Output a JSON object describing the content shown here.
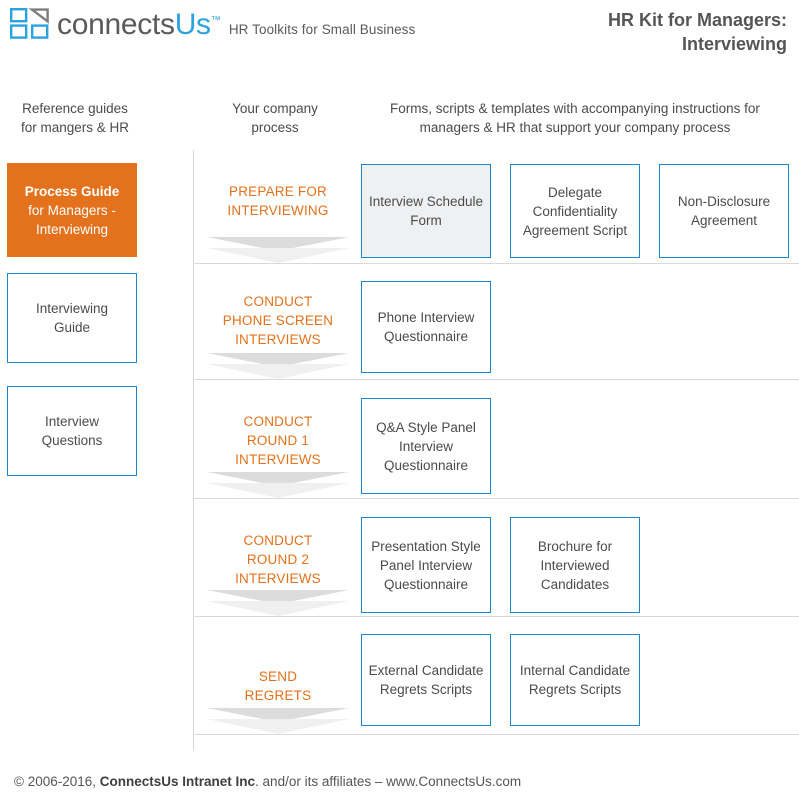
{
  "brand": {
    "logo_icon": "connectsus-squares-logo",
    "name_part1": "connects",
    "name_part2": "Us",
    "trademark": "™",
    "tagline": "HR Toolkits for Small Business"
  },
  "header": {
    "title_line1": "HR Kit for Managers:",
    "title_line2": "Interviewing"
  },
  "columns": {
    "reference": {
      "line1": "Reference guides",
      "line2": "for mangers & HR"
    },
    "process": {
      "line1": "Your company",
      "line2": "process"
    },
    "forms": {
      "line1": "Forms, scripts & templates with accompanying instructions for",
      "line2": "managers & HR that support your company process"
    }
  },
  "reference_guides": [
    {
      "id": "process-guide",
      "highlighted": true,
      "line1": "Process Guide",
      "line2": "for Managers -",
      "line3": "Interviewing"
    },
    {
      "id": "interviewing-guide",
      "highlighted": false,
      "line1": "Interviewing",
      "line2": "Guide",
      "line3": ""
    },
    {
      "id": "interview-questions",
      "highlighted": false,
      "line1": "Interview",
      "line2": "Questions",
      "line3": ""
    }
  ],
  "process_rows": [
    {
      "id": "prepare-for-interviewing",
      "label_line1": "PREPARE FOR",
      "label_line2": "INTERVIEWING",
      "label_line3": "",
      "cards": [
        {
          "id": "interview-schedule-form",
          "text": "Interview Schedule Form",
          "shaded": true
        },
        {
          "id": "delegate-confidentiality-agreement-script",
          "text": "Delegate Confidentiality Agreement Script",
          "shaded": false
        },
        {
          "id": "non-disclosure-agreement",
          "text": "Non-Disclosure Agreement",
          "shaded": false
        }
      ]
    },
    {
      "id": "conduct-phone-screen-interviews",
      "label_line1": "CONDUCT",
      "label_line2": "PHONE SCREEN",
      "label_line3": "INTERVIEWS",
      "cards": [
        {
          "id": "phone-interview-questionnaire",
          "text": "Phone Interview Questionnaire",
          "shaded": false
        }
      ]
    },
    {
      "id": "conduct-round-1-interviews",
      "label_line1": "CONDUCT",
      "label_line2": "ROUND 1",
      "label_line3": "INTERVIEWS",
      "cards": [
        {
          "id": "qa-style-panel-interview-questionnaire",
          "text": "Q&A Style Panel Interview Questionnaire",
          "shaded": false
        }
      ]
    },
    {
      "id": "conduct-round-2-interviews",
      "label_line1": "CONDUCT",
      "label_line2": "ROUND 2",
      "label_line3": "INTERVIEWS",
      "cards": [
        {
          "id": "presentation-style-panel-interview-questionnaire",
          "text": "Presentation Style Panel Interview Questionnaire",
          "shaded": false
        },
        {
          "id": "brochure-for-interviewed-candidates",
          "text": "Brochure for Interviewed Candidates",
          "shaded": false
        }
      ]
    },
    {
      "id": "send-regrets",
      "label_line1": "SEND",
      "label_line2": "REGRETS",
      "label_line3": "",
      "cards": [
        {
          "id": "external-candidate-regrets-scripts",
          "text": "External Candidate Regrets Scripts",
          "shaded": false
        },
        {
          "id": "internal-candidate-regrets-scripts",
          "text": "Internal Candidate Regrets Scripts",
          "shaded": false
        }
      ]
    }
  ],
  "footer": {
    "copyright": "© 2006-2016, ",
    "company": "ConnectsUs Intranet Inc",
    "rest": ". and/or its affiliates – www.ConnectsUs.com"
  },
  "colors": {
    "accent_orange": "#e4711b",
    "accent_blue": "#1b87c9",
    "logo_blue": "#2aa3e0",
    "text_gray": "#4b4b4b",
    "shade_gray": "#eff0f1",
    "chevron_gray": "#dcdcdc"
  }
}
